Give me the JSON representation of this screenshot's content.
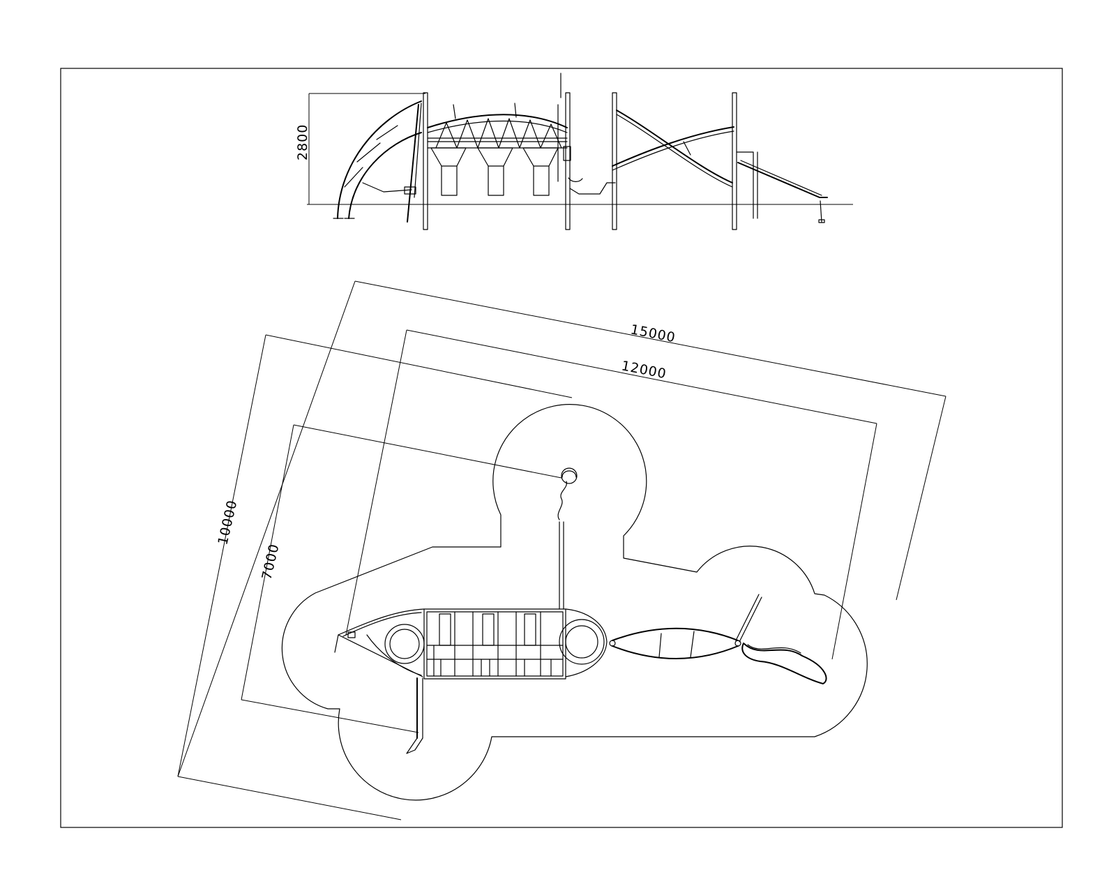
{
  "dimensions": {
    "height": "2800",
    "overall_length": "15000",
    "inner_length": "12000",
    "overall_width": "10000",
    "inner_width": "7000"
  }
}
